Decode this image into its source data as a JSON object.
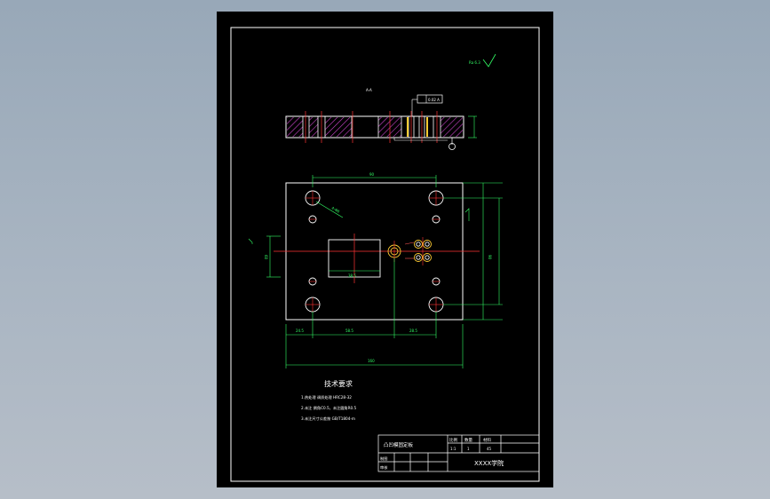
{
  "drawing": {
    "section_mark": "A-A",
    "roughness_note": "Ra 6.3",
    "tolerance_frame": "0.02 A",
    "dimensions": {
      "top_width": "90",
      "overall_width": "160",
      "left_height": "60",
      "right_height": "90",
      "seg_1": "24.5",
      "seg_2": "58.5",
      "seg_3": "28.5",
      "hole_label": "4-Φ8",
      "slot_width": "38.5"
    },
    "tech_req": {
      "title": "技术要求",
      "line1": "1.热处理 调质处理 HRC28-32",
      "line2": "2.未注 倒角C0.5，未注圆角R0.5",
      "line3": "3.未注尺寸公差按 GB/T1804-m"
    },
    "title_block": {
      "part_name": "凸凹模固定板",
      "scale_label": "比例",
      "qty_label": "数量",
      "material_label": "材料",
      "scale_value": "1:1",
      "qty_value": "1",
      "material_value": "45",
      "drawn_label": "制图",
      "check_label": "审核",
      "school": "XXXX学院"
    },
    "colors": {
      "line": "#ffffff",
      "dimension": "#33ff66",
      "center": "#ff3333",
      "hole": "#ff5555",
      "hatch": "#cc44cc",
      "highlight": "#ffcc33"
    }
  }
}
